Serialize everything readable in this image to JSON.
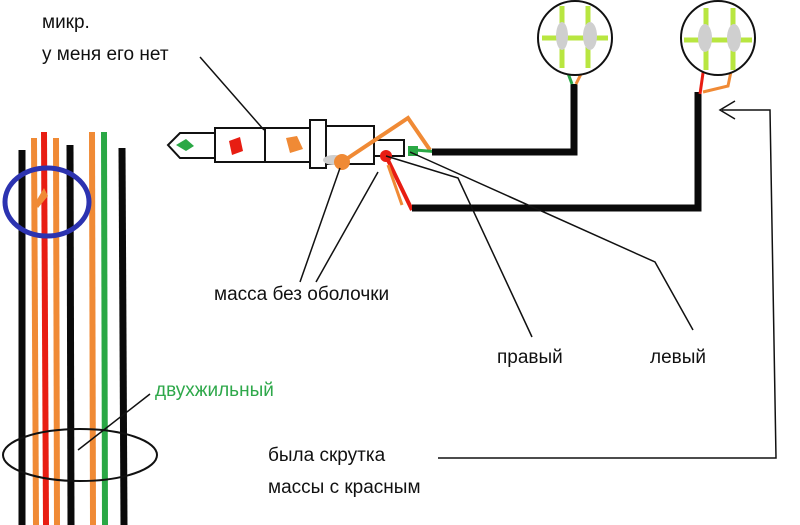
{
  "labels": {
    "mic_line1": "микр.",
    "mic_line2": "у меня его нет",
    "ground": "масса без оболочки",
    "right": "правый",
    "left": "левый",
    "twin": "двухжильный",
    "twist_line1": "была скрутка",
    "twist_line2": "массы с красным"
  },
  "colors": {
    "black": "#0a0a0a",
    "orange": "#f08a35",
    "red": "#e81d12",
    "green": "#2aa845",
    "lime": "#b8e640",
    "blue": "#2c33b0",
    "gray": "#cfcfcf"
  }
}
